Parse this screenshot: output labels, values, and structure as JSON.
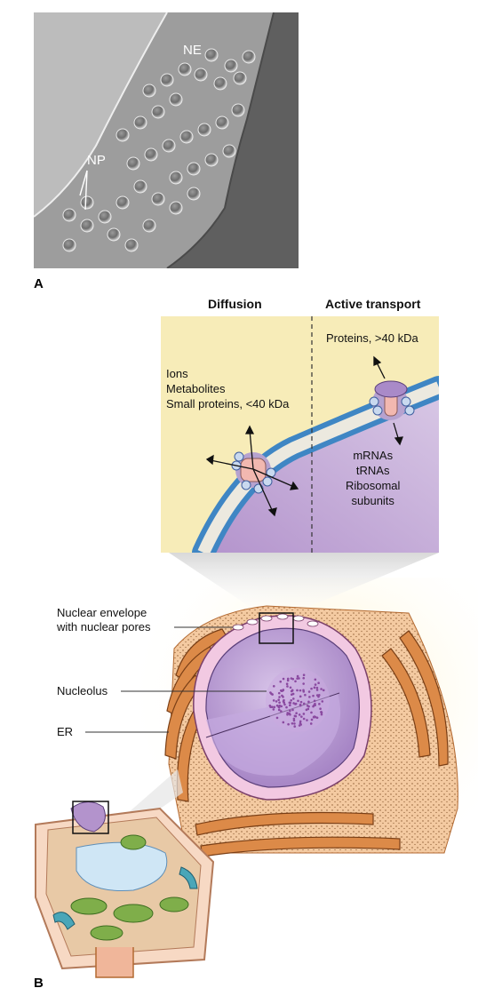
{
  "panel_a": {
    "letter": "A",
    "labels": {
      "ne": "NE",
      "np": "NP"
    }
  },
  "panel_b": {
    "letter": "B",
    "columns": {
      "left": "Diffusion",
      "right": "Active transport"
    },
    "diffusion_items": [
      "Ions",
      "Metabolites",
      "Small proteins, <40 kDa"
    ],
    "active_import": "Proteins, >40 kDa",
    "active_export": [
      "mRNAs",
      "tRNAs",
      "Ribosomal",
      "subunits"
    ],
    "callouts": {
      "envelope": [
        "Nuclear envelope",
        "with nuclear pores"
      ],
      "nucleolus": "Nucleolus",
      "er": "ER"
    }
  },
  "colors": {
    "diffusion_bg": "#f7ecb8",
    "nucleoplasm": "#c2a6d6",
    "envelope_blue": "#3f86c4",
    "pore_pink": "#f2b8b0",
    "er_orange": "#d98a4e"
  }
}
